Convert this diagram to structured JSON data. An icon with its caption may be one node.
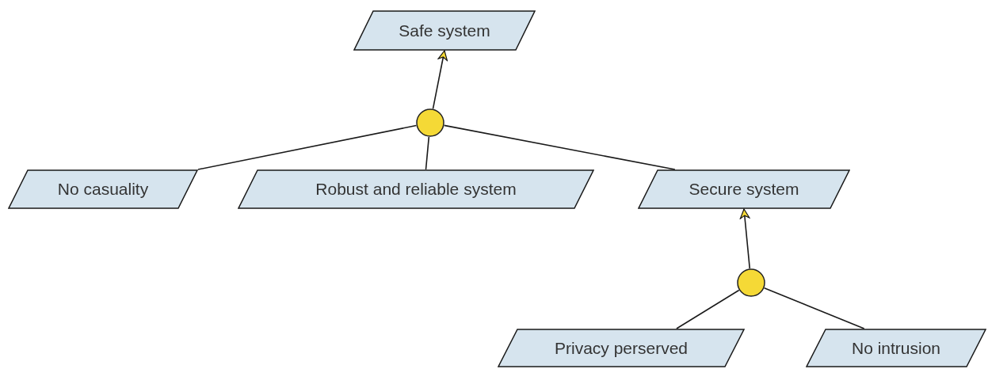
{
  "diagram": {
    "nodes": [
      {
        "text": [
          "Safe system"
        ]
      },
      {
        "text": [],
        "shape": "circle"
      },
      {
        "text": [
          "No casuality"
        ]
      },
      {
        "text": [
          "Robust and reliable system"
        ]
      },
      {
        "text": [
          "Secure system"
        ]
      },
      {
        "text": [],
        "shape": "circle"
      },
      {
        "text": [
          "Privacy perserved"
        ]
      },
      {
        "text": [
          "No intrusion"
        ]
      }
    ],
    "edges": [
      {
        "from": 1,
        "to": 0,
        "arrow": "to"
      },
      {
        "from": 2,
        "to": 1,
        "arrow": "none"
      },
      {
        "from": 3,
        "to": 1,
        "arrow": "none"
      },
      {
        "from": 4,
        "to": 1,
        "arrow": "none"
      },
      {
        "from": 5,
        "to": 4,
        "arrow": "to"
      },
      {
        "from": 6,
        "to": 5,
        "arrow": "none"
      },
      {
        "from": 7,
        "to": 5,
        "arrow": "none"
      }
    ]
  }
}
